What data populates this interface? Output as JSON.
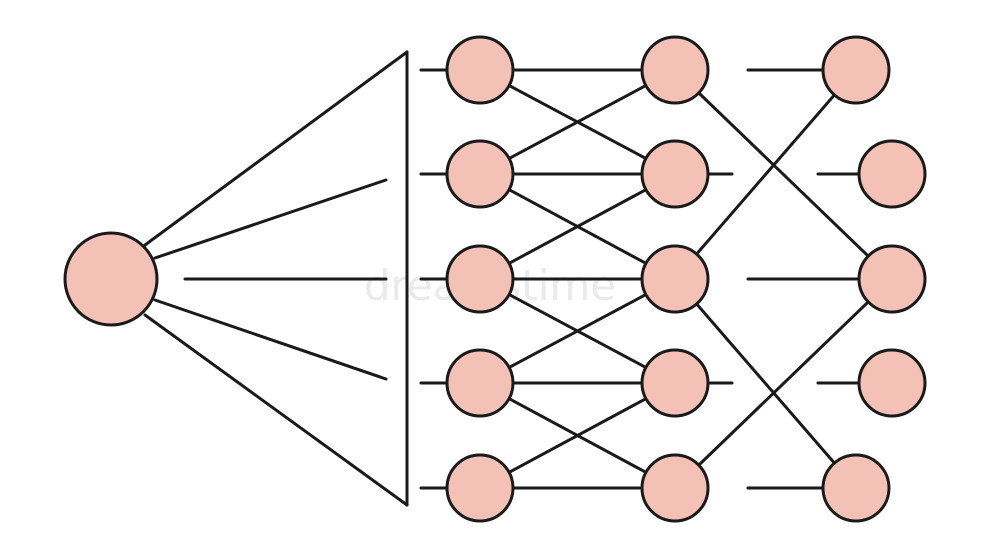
{
  "diagram": {
    "type": "neural-network-schematic",
    "node_fill": "#f4c1b7",
    "stroke_color": "#1a1a1a",
    "background": "#ffffff",
    "nodes": [
      {
        "id": "input",
        "column": "input",
        "row": 2
      },
      {
        "id": "h1-0",
        "column": "hidden-1",
        "row": 0
      },
      {
        "id": "h1-1",
        "column": "hidden-1",
        "row": 1
      },
      {
        "id": "h1-2",
        "column": "hidden-1",
        "row": 2
      },
      {
        "id": "h1-3",
        "column": "hidden-1",
        "row": 3
      },
      {
        "id": "h1-4",
        "column": "hidden-1",
        "row": 4
      },
      {
        "id": "h2-0",
        "column": "hidden-2",
        "row": 0
      },
      {
        "id": "h2-1",
        "column": "hidden-2",
        "row": 1
      },
      {
        "id": "h2-2",
        "column": "hidden-2",
        "row": 2
      },
      {
        "id": "h2-3",
        "column": "hidden-2",
        "row": 3
      },
      {
        "id": "h2-4",
        "column": "hidden-2",
        "row": 4
      },
      {
        "id": "out-0",
        "column": "output-inner",
        "row": 0
      },
      {
        "id": "out-1",
        "column": "output-outer",
        "row": 1
      },
      {
        "id": "out-2",
        "column": "output-outer",
        "row": 2
      },
      {
        "id": "out-3",
        "column": "output-outer",
        "row": 3
      },
      {
        "id": "out-4",
        "column": "output-inner",
        "row": 4
      }
    ],
    "edges": [
      [
        "h1-0",
        "h2-0"
      ],
      [
        "h1-0",
        "h2-1"
      ],
      [
        "h1-1",
        "h2-0"
      ],
      [
        "h1-1",
        "h2-1"
      ],
      [
        "h1-1",
        "h2-2"
      ],
      [
        "h1-2",
        "h2-1"
      ],
      [
        "h1-2",
        "h2-2"
      ],
      [
        "h1-2",
        "h2-3"
      ],
      [
        "h1-3",
        "h2-2"
      ],
      [
        "h1-3",
        "h2-3"
      ],
      [
        "h1-3",
        "h2-4"
      ],
      [
        "h1-4",
        "h2-3"
      ],
      [
        "h1-4",
        "h2-4"
      ],
      [
        "h2-0",
        "out-2"
      ],
      [
        "h2-2",
        "out-0"
      ],
      [
        "h2-2",
        "out-4"
      ],
      [
        "h2-4",
        "out-2"
      ]
    ]
  }
}
